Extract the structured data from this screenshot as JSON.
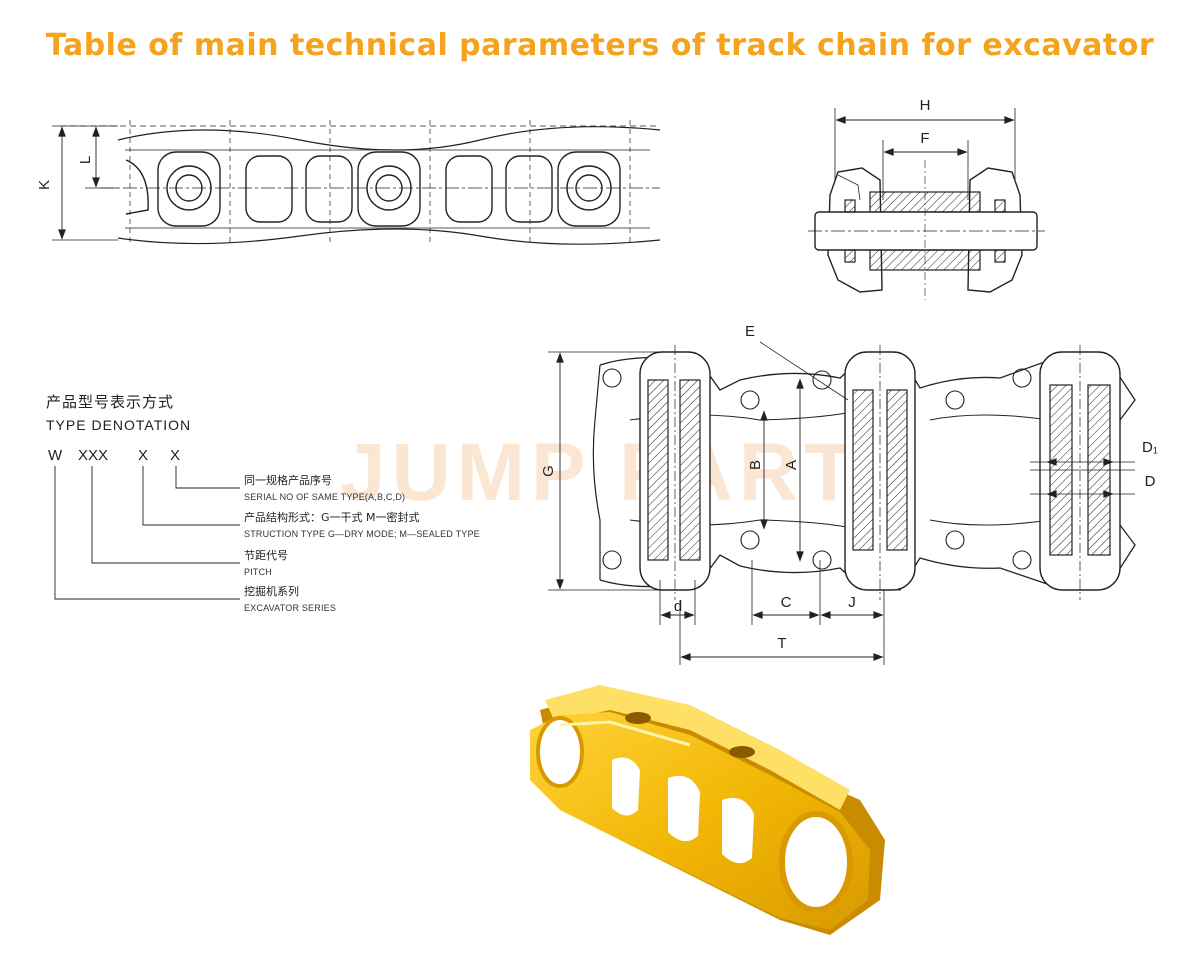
{
  "title": "Table of main technical parameters of track chain for excavator",
  "watermark": "JUMP PART",
  "side_view": {
    "dim_labels": {
      "K": "K",
      "L": "L"
    }
  },
  "cross_section": {
    "dim_labels": {
      "H": "H",
      "F": "F"
    }
  },
  "top_view": {
    "dim_labels": {
      "E": "E",
      "G": "G",
      "B": "B",
      "A": "A",
      "D1": "D₁",
      "D": "D",
      "d": "d",
      "C": "C",
      "J": "J",
      "T": "T"
    }
  },
  "type_denotation": {
    "heading_cn": "产品型号表示方式",
    "heading_en": "TYPE DENOTATION",
    "code_parts": [
      "W",
      "XXX",
      "X",
      "X"
    ],
    "entries": [
      {
        "cn": "同一规格产品序号",
        "en": "SERIAL  NO OF SAME TYPE(A,B,C,D)"
      },
      {
        "cn": "产品结构形式：G一干式  M一密封式",
        "en": "STRUCTION TYPE G—DRY MODE; M—SEALED TYPE"
      },
      {
        "cn": "节距代号",
        "en": "PITCH"
      },
      {
        "cn": "挖掘机系列",
        "en": "EXCAVATOR SERIES"
      }
    ]
  },
  "colors": {
    "title": "#f5a21c",
    "link_body": "#f2b705",
    "link_shade": "#c98c00",
    "line": "#222222"
  }
}
